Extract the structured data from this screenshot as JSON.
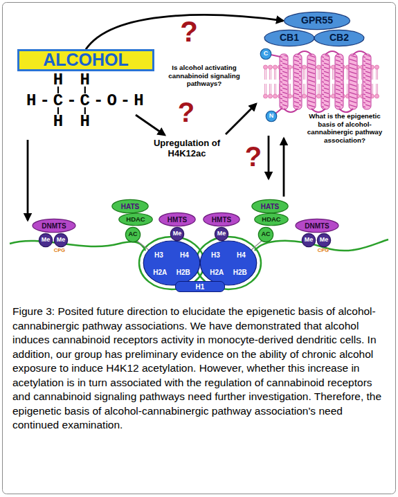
{
  "diagram": {
    "caption": "Figure 3: Posited future direction to elucidate the epigenetic basis of alcohol-cannabinergic pathway associations. We have demonstrated that alcohol induces cannabinoid receptors activity in monocyte-derived dendritic cells. In addition, our group has preliminary evidence on the ability of chronic alcohol exposure to induce H4K12 acetylation. However, whether this increase in acetylation is in turn associated with the regulation of cannabinoid receptors and cannabinoid signaling pathways need further investigation. Therefore, the epigenetic basis of alcohol-cannabinergic pathway association's need continued examination.",
    "nodes": [
      {
        "text": [
          "ALCOHOL"
        ]
      },
      {
        "text": [
          "GPR55"
        ]
      },
      {
        "text": [
          "CB1"
        ]
      },
      {
        "text": [
          "CB2"
        ]
      },
      {
        "text": [
          "C"
        ]
      },
      {
        "text": [
          "N"
        ]
      },
      {
        "text": [
          "DNMTS"
        ]
      },
      {
        "text": [
          "Me"
        ]
      },
      {
        "text": [
          "Me"
        ]
      },
      {
        "text": [
          "HATS"
        ]
      },
      {
        "text": [
          "HDAC"
        ]
      },
      {
        "text": [
          "AC"
        ]
      },
      {
        "text": [
          "HMTS"
        ]
      },
      {
        "text": [
          "Me"
        ]
      },
      {
        "text": [
          "HMTS"
        ]
      },
      {
        "text": [
          "Me"
        ]
      },
      {
        "text": [
          "HATS"
        ]
      },
      {
        "text": [
          "HDAC"
        ]
      },
      {
        "text": [
          "AC"
        ]
      },
      {
        "text": [
          "DNMTS"
        ]
      },
      {
        "text": [
          "Me"
        ]
      },
      {
        "text": [
          "Me"
        ]
      },
      {
        "text": [
          "H3",
          "H4",
          "H2A",
          "H2B"
        ]
      },
      {
        "text": [
          "H3",
          "H4",
          "H2A",
          "H2B"
        ]
      },
      {
        "text": [
          "H1"
        ]
      }
    ],
    "edges": [
      {
        "from": 0,
        "to": 1,
        "arrow": "to"
      }
    ],
    "labels": [
      "?",
      "?",
      "?",
      "Is alcohol activating cannabinoid signaling pathways?",
      "What is the epigenetic basis of alcohol-cannabinergic pathway association?",
      "Upregulation of H4K12ac",
      "H",
      "H",
      "H-C-C-O-H",
      "H",
      "H",
      "CPG",
      "CPG"
    ]
  }
}
